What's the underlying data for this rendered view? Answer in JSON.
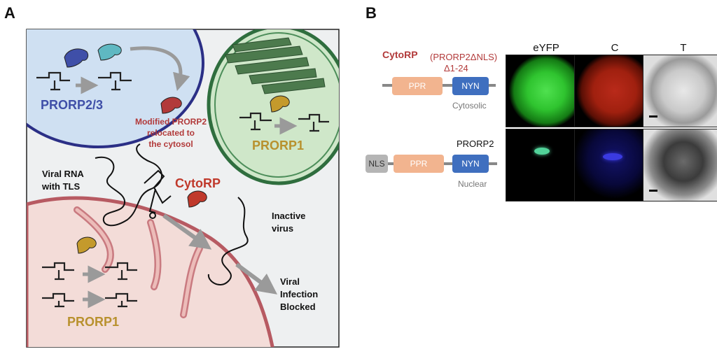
{
  "panel_a": {
    "letter": "A",
    "prorp23_label": "PRORP2/3",
    "modified_label_lines": [
      "Modified PRORP2",
      "relocated to",
      "the cytosol"
    ],
    "prorp1_chloro_label": "PRORP1",
    "prorp1_mito_label": "PRORP1",
    "viral_rna_lines": [
      "Viral RNA",
      "with TLS"
    ],
    "cytorp_label": "CytoRP",
    "inactive_lines": [
      "Inactive",
      "virus"
    ],
    "blocked_lines": [
      "Viral",
      "Infection",
      "Blocked"
    ]
  },
  "panel_b": {
    "letter": "B",
    "cytorp_title": "CytoRP",
    "cytorp_subtitle_line1": "(PRORP2ΔNLS)",
    "cytorp_subtitle_line2": "Δ1-24",
    "prorp2_label": "PRORP2",
    "domain_ppr": "PPR",
    "domain_nyn": "NYN",
    "domain_nls": "NLS",
    "cytosolic_label": "Cytosolic",
    "nuclear_label": "Nuclear",
    "columns": [
      "eYFP",
      "C",
      "T"
    ]
  },
  "colors": {
    "prorp23_blue": "#3f4fa8",
    "modified_red": "#b23a3a",
    "prorp1_gold": "#b8912e",
    "cytorp_red": "#c0392b",
    "ppr": "#f2b48f",
    "nyn": "#3f6fbf",
    "nls": "#b5b5b5"
  }
}
